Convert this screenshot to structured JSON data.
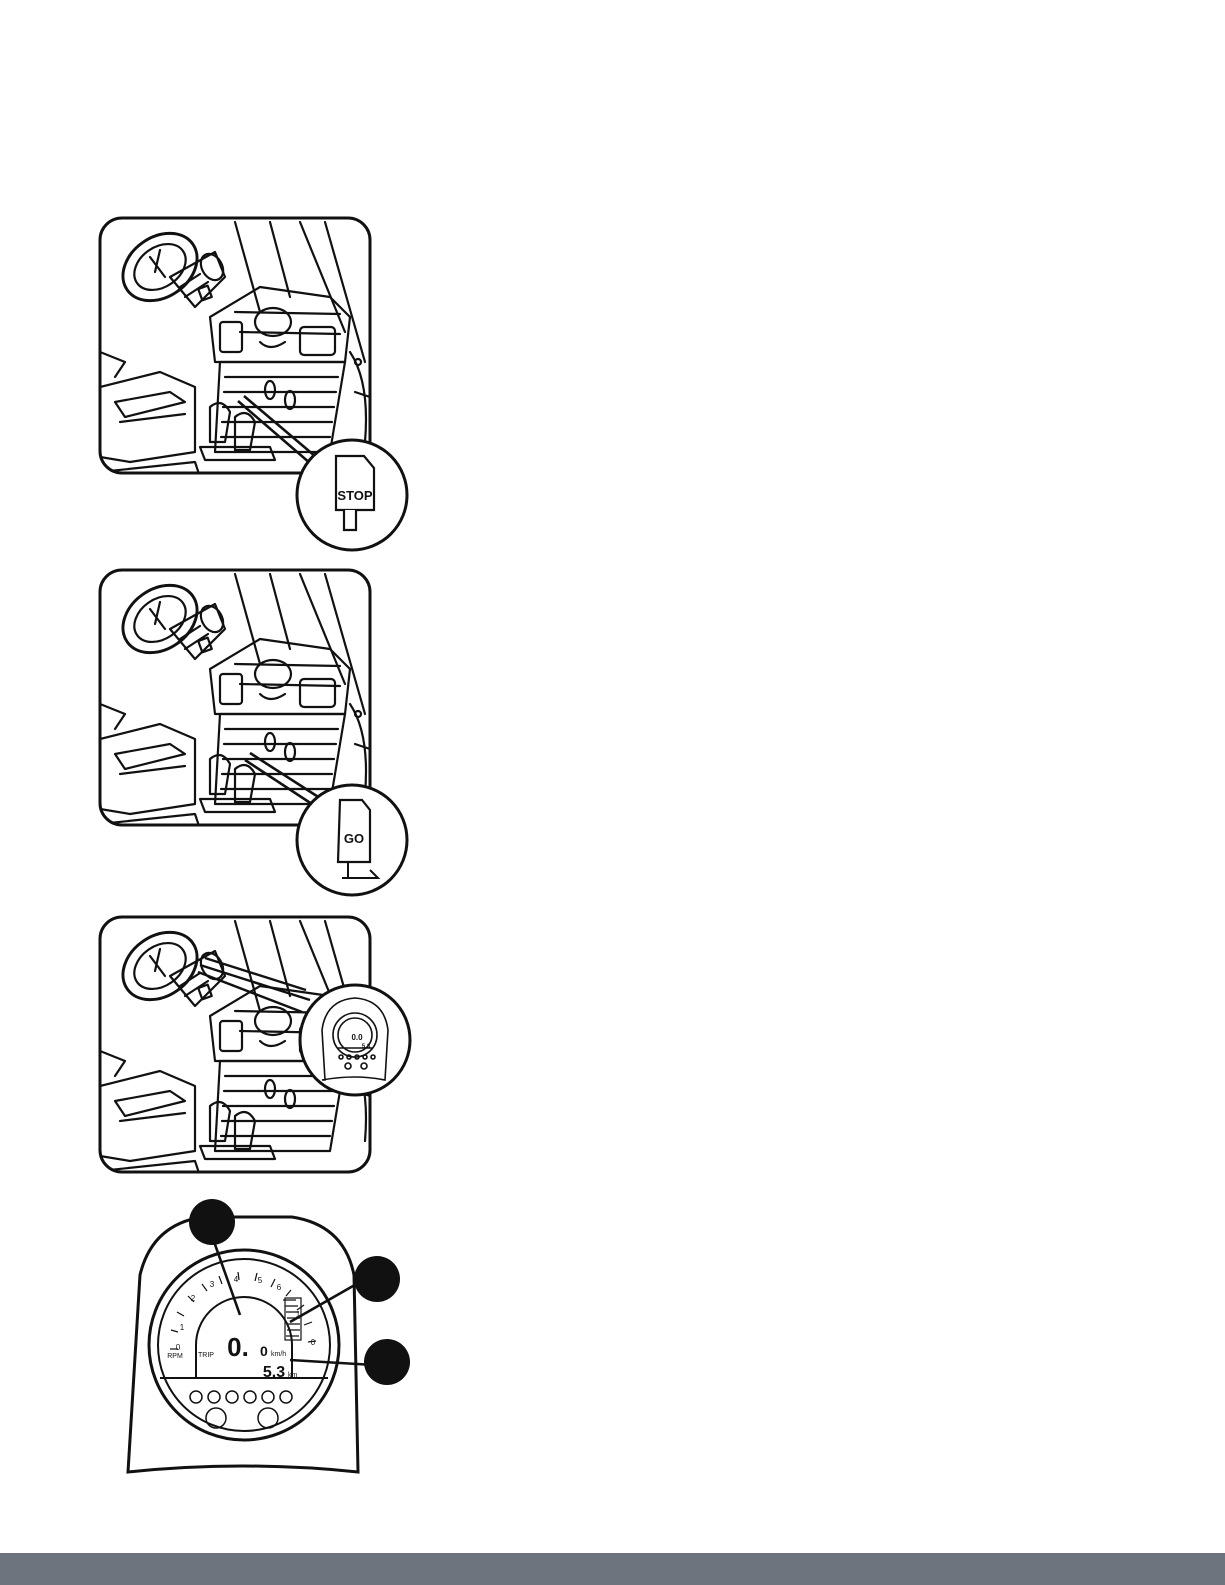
{
  "panels": {
    "stop": {
      "callout_label": "STOP"
    },
    "go": {
      "callout_label": "GO"
    },
    "dash": {
      "mini_speed": "0.0",
      "mini_trip": "5.3"
    }
  },
  "display": {
    "speed_main": "0.",
    "speed_decimal": "0",
    "speed_unit": "km/h",
    "trip_value": "5.3",
    "trip_unit": "km",
    "trip_label": "TRIP",
    "rpm_label": "RPM",
    "ticks": [
      "0",
      "1",
      "2",
      "3",
      "4",
      "5",
      "6",
      "1",
      "0"
    ]
  },
  "colors": {
    "line": "#111111",
    "footer": "#6d747d"
  }
}
